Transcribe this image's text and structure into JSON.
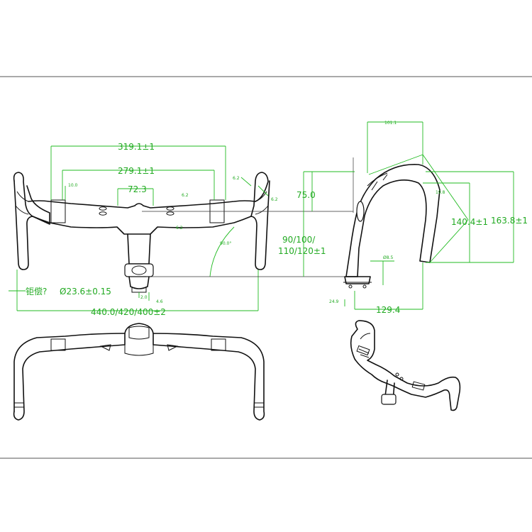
{
  "dimensions": {
    "width_a": "319.1±1",
    "width_b": "279.1±1",
    "clamp_offset": "72.3",
    "flat_small": "10.0",
    "angle_small_a": "6.2",
    "angle_small_b": "6.2",
    "angle_small_c": "6.2",
    "angle_small_d": "6.2",
    "stem_height": "75.0",
    "stem_length": "90/100/",
    "stem_length_2": "110/120±1",
    "angle": "90.0°",
    "steerer": "Ø23.6±0.15",
    "steerer_prefix": "钜偿?",
    "bar_width": "440.0/420/400±2",
    "small_left": "2.0",
    "small_right": "4.6",
    "reach_top": "101.1",
    "drop_label": "19.8",
    "drop_a": "140.4±1",
    "drop_b": "163.8±1",
    "clamp_d": "Ø8.5",
    "reach": "129.4",
    "offset_small": "24.9"
  }
}
